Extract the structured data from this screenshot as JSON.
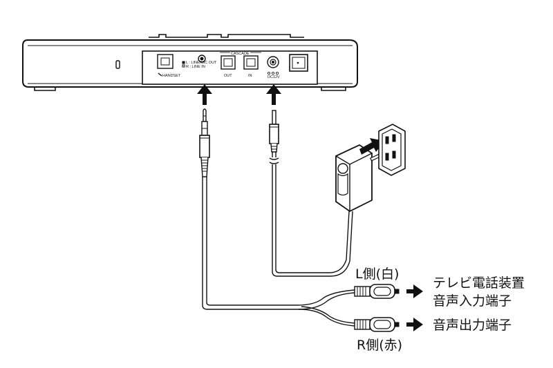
{
  "device": {
    "handset_label": "HANDSET",
    "line_mic_label": "L : LINE/MIC OUT",
    "line_in_label": "R : LINE IN",
    "cascade_label": "CASCADE",
    "out_label": "OUT",
    "in_label": "IN",
    "dc_label": "DC12V"
  },
  "labels": {
    "left_channel": "L側(白)",
    "right_channel": "R側(赤)",
    "tv_input_line1": "テレビ電話装置",
    "tv_input_line2": "音声入力端子",
    "audio_output": "音声出力端子"
  }
}
